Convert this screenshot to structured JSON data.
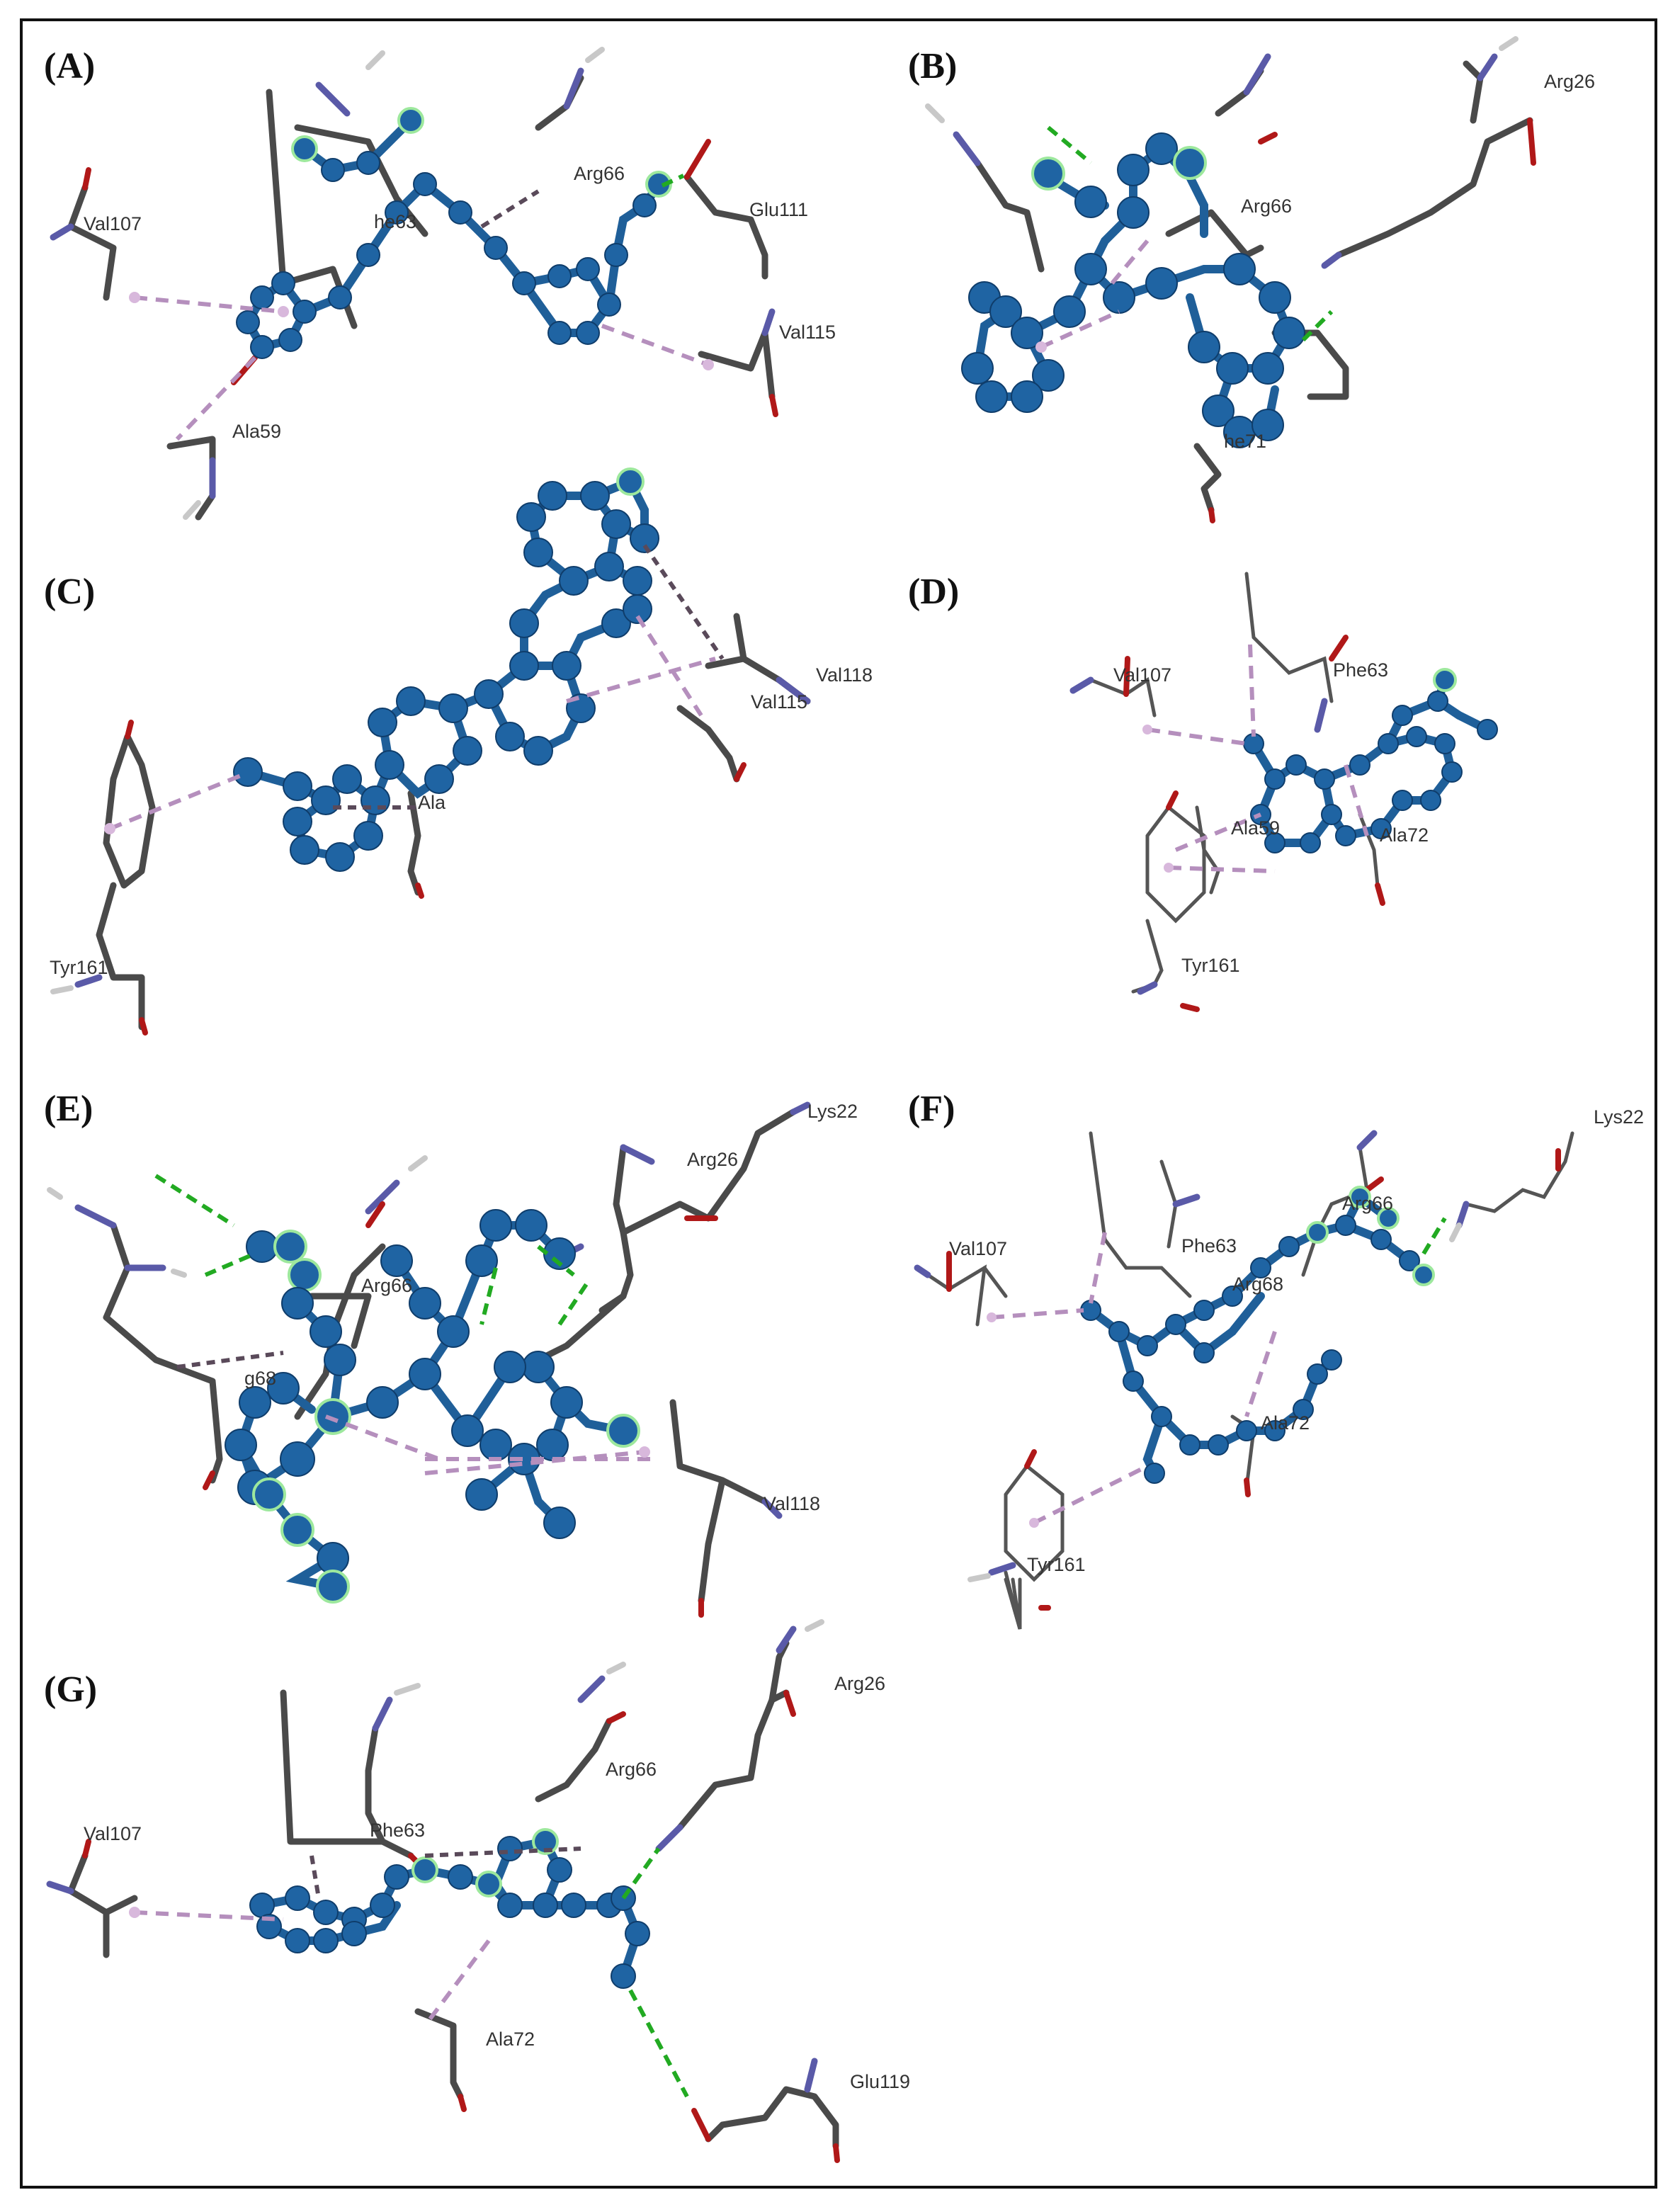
{
  "figure": {
    "panels": [
      {
        "label": "(A)",
        "residues": [
          "Val107",
          "Arg66",
          "Glu111",
          "Val115",
          "Ala59",
          "he63"
        ]
      },
      {
        "label": "(B)",
        "residues": [
          "Arg26",
          "Arg66",
          "he71"
        ]
      },
      {
        "label": "(C)",
        "residues": [
          "Val118",
          "Val115",
          "Tyr161",
          "Ala"
        ]
      },
      {
        "label": "(D)",
        "residues": [
          "Val107",
          "Phe63",
          "Ala59",
          "Ala72",
          "Tyr161"
        ]
      },
      {
        "label": "(E)",
        "residues": [
          "Lys22",
          "Arg26",
          "Arg66",
          "g68",
          "Val118"
        ]
      },
      {
        "label": "(F)",
        "residues": [
          "Lys22",
          "Val107",
          "Phe63",
          "Arg66",
          "Arg68",
          "Ala72",
          "Tyr161"
        ]
      },
      {
        "label": "(G)",
        "residues": [
          "Arg26",
          "Val107",
          "Phe63",
          "Arg66",
          "Ala72",
          "Glu119"
        ]
      }
    ],
    "colors": {
      "ligand": "#1f64a3",
      "residue_carbon": "#4a4a4a",
      "nitrogen": "#5a5aa8",
      "oxygen": "#b01818",
      "hydrogen_bond": "#22aa22",
      "hydrophobic": "#b58fbd"
    }
  }
}
